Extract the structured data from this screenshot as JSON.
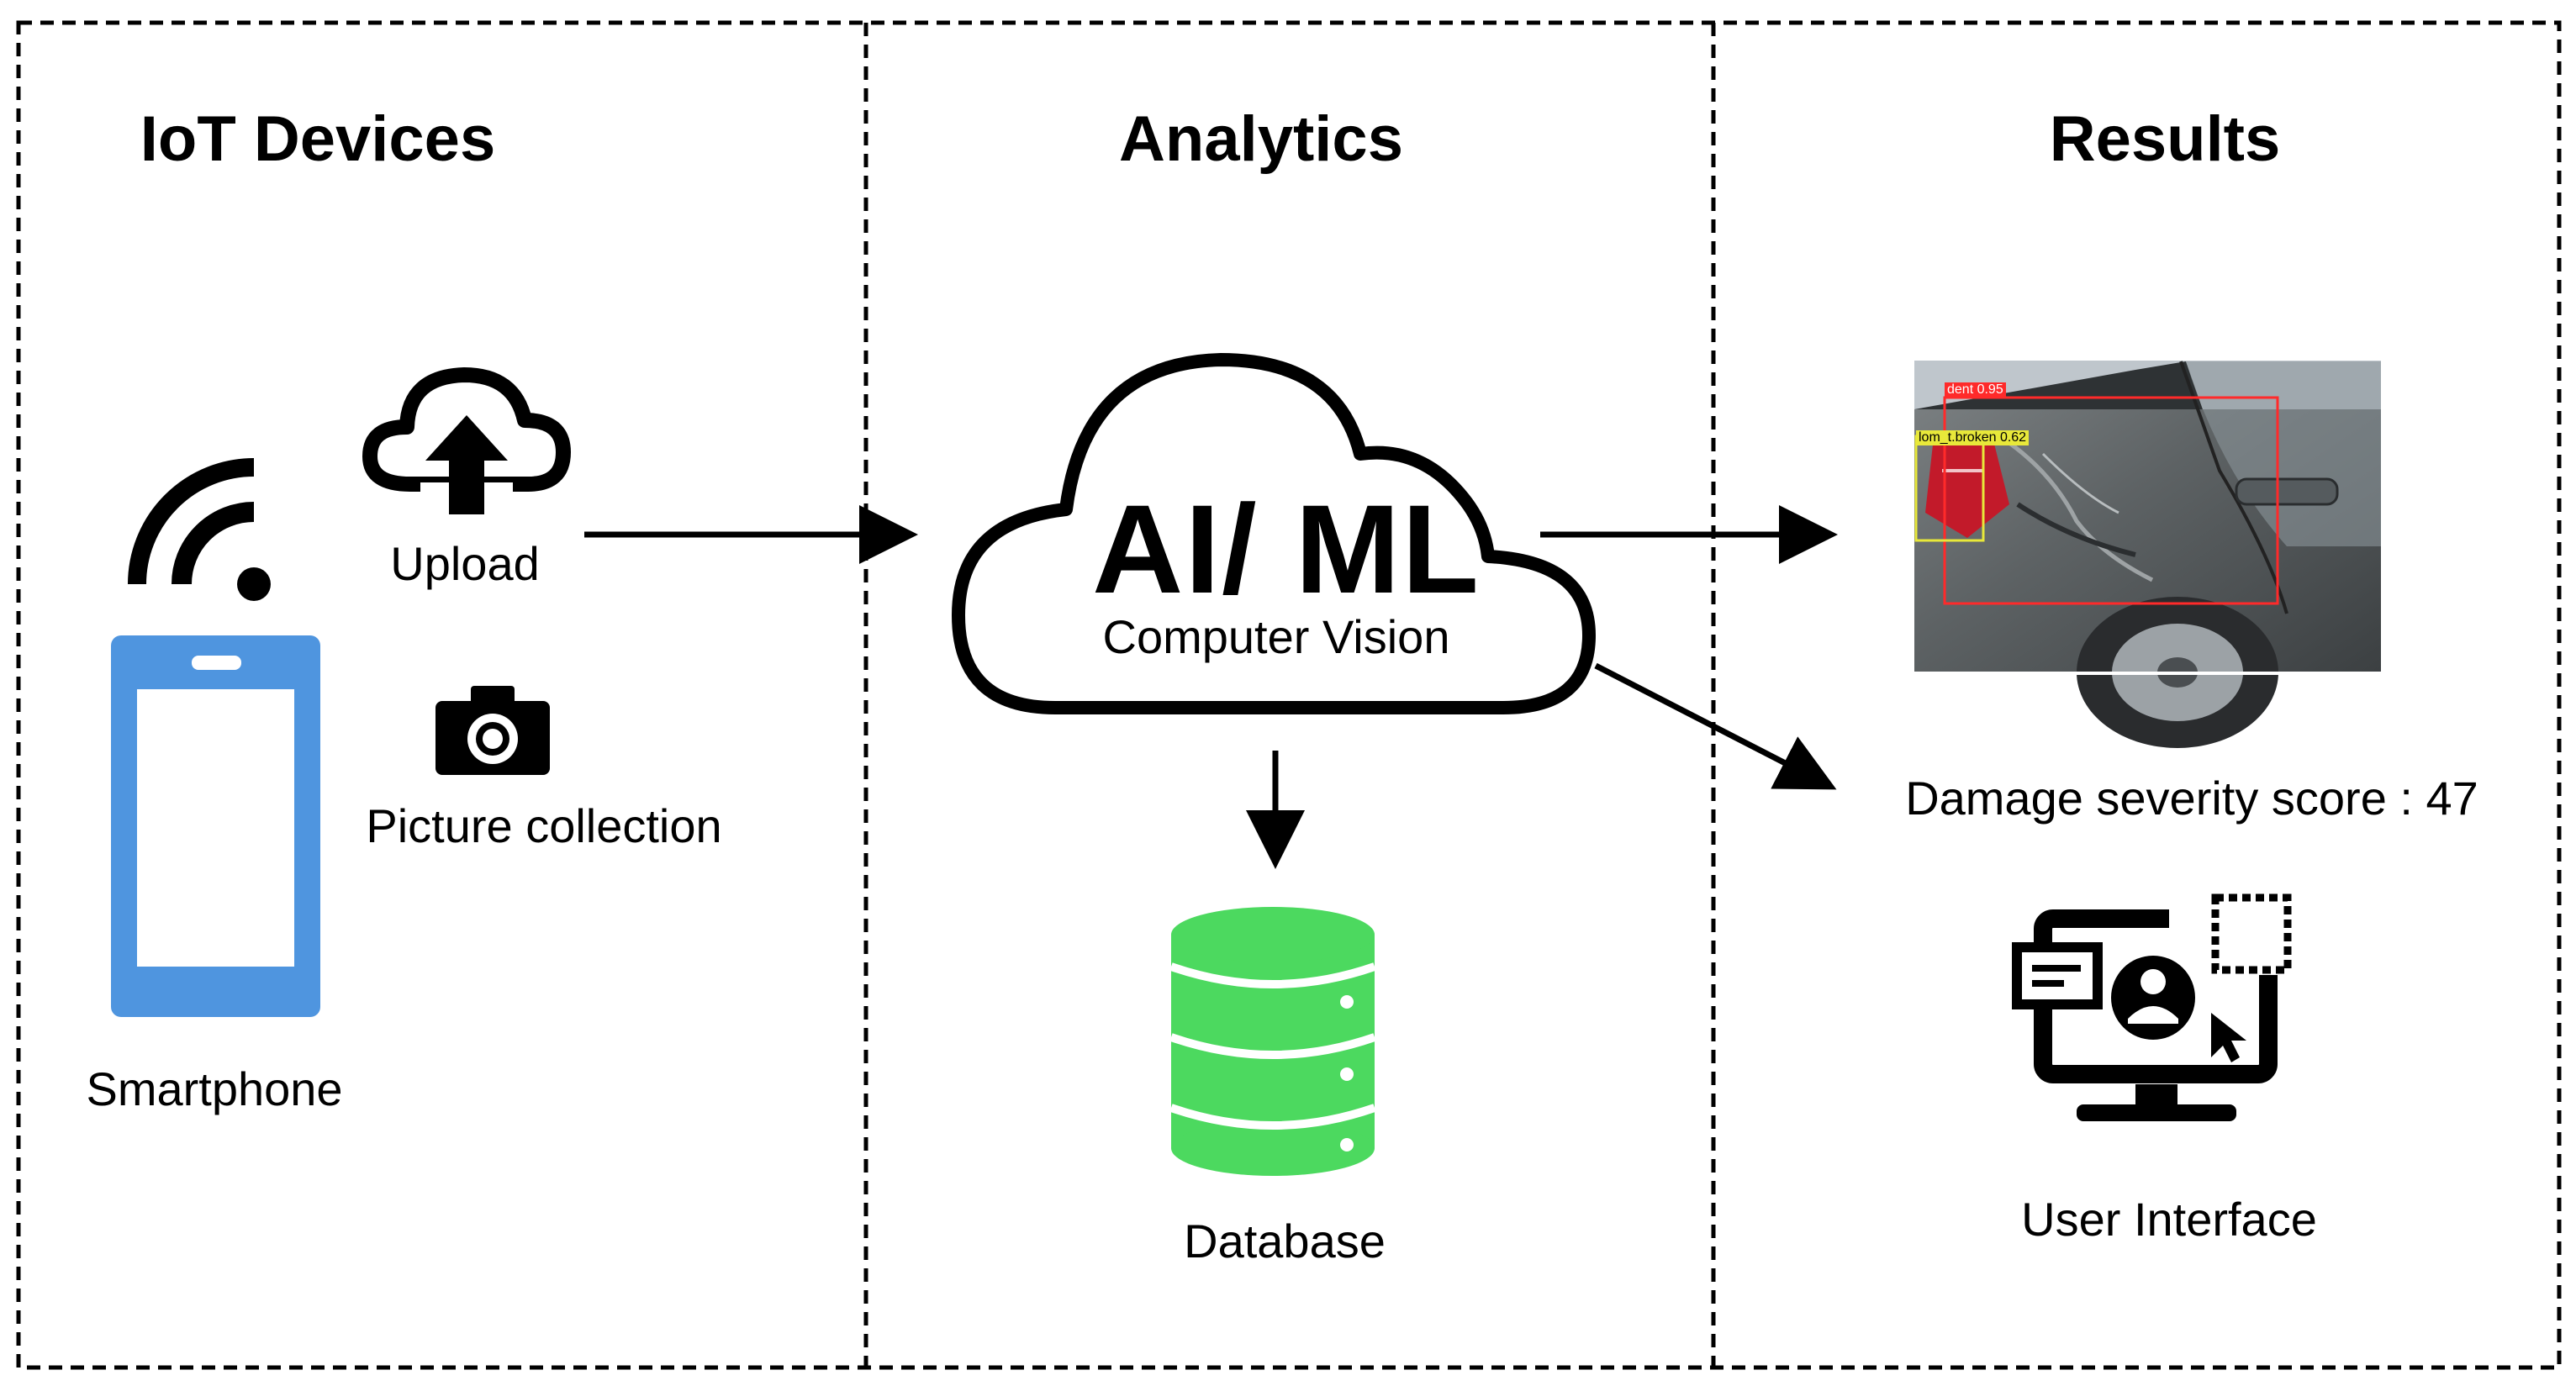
{
  "sections": {
    "iot": {
      "title": "IoT Devices"
    },
    "analytics": {
      "title": "Analytics"
    },
    "results": {
      "title": "Results"
    }
  },
  "iot": {
    "upload_label": "Upload",
    "picture_label": "Picture collection",
    "smartphone_label": "Smartphone",
    "icons": [
      "wifi-icon",
      "cloud-upload-icon",
      "camera-icon",
      "smartphone-icon"
    ]
  },
  "analytics": {
    "cloud_title": "AI/ ML",
    "cloud_subtitle": "Computer Vision",
    "database_label": "Database",
    "database_color": "#4cd95f"
  },
  "results": {
    "detections": [
      {
        "label": "dent 0.95",
        "color": "#ff2a2a"
      },
      {
        "label": "lom_t.broken 0.62",
        "color": "#e8e83a"
      }
    ],
    "severity_text": "Damage severity score : 47",
    "ui_label": "User Interface"
  },
  "colors": {
    "phone": "#4f95df",
    "border": "#000000"
  }
}
